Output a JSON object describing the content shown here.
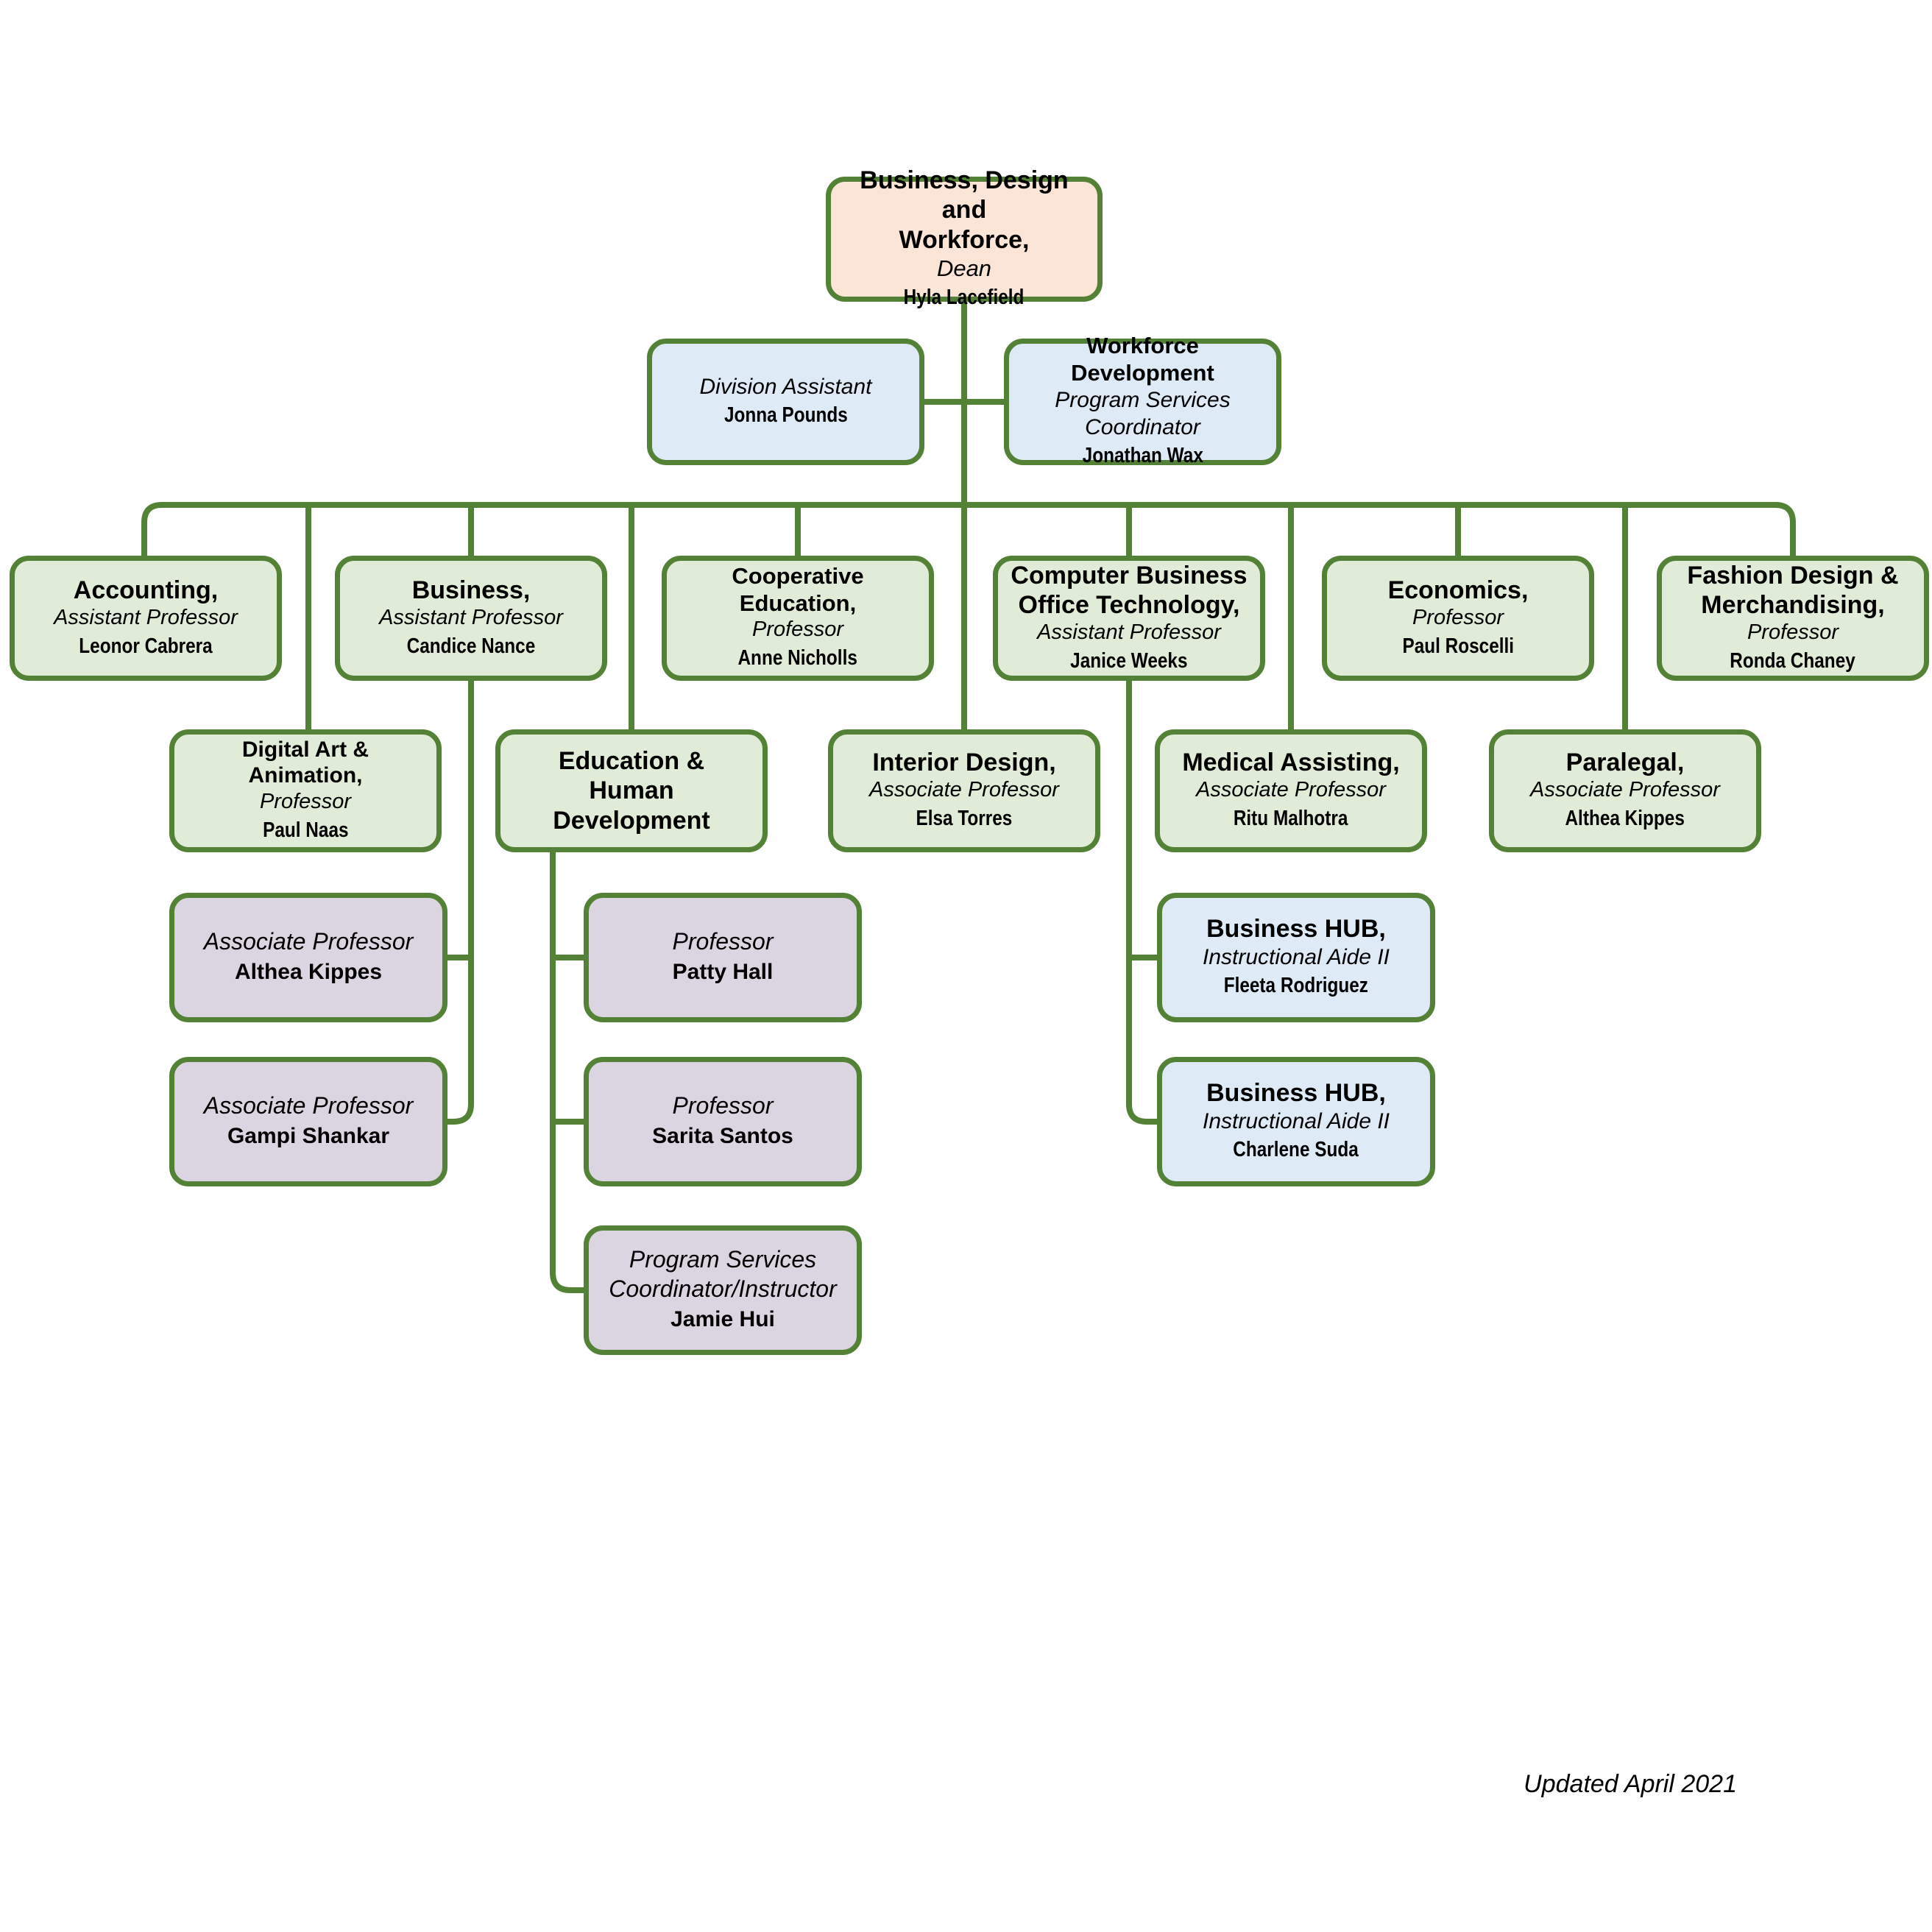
{
  "colors": {
    "line": "#538135",
    "text": "#000000",
    "background": "#ffffff",
    "green_fill": "#e0ebd8",
    "blue_fill": "#deebf7",
    "orange_fill": "#fbe5d6",
    "purple_fill": "#dbd5e2"
  },
  "nodes": {
    "dean": {
      "title": "Business, Design and\nWorkforce,",
      "role": "Dean",
      "person": "Hyla Lacefield"
    },
    "division_assistant": {
      "role": "Division Assistant",
      "person": "Jonna Pounds"
    },
    "workforce_development": {
      "title": "Workforce Development",
      "role": "Program Services\nCoordinator",
      "person": "Jonathan Wax"
    },
    "accounting": {
      "title": "Accounting,",
      "role": "Assistant Professor",
      "person": "Leonor Cabrera"
    },
    "business": {
      "title": "Business,",
      "role": "Assistant Professor",
      "person": "Candice Nance"
    },
    "cooperative_education": {
      "title": "Cooperative Education,",
      "role": "Professor",
      "person": "Anne Nicholls"
    },
    "computer_business_office_technology": {
      "title": "Computer Business\nOffice Technology,",
      "role": "Assistant Professor",
      "person": "Janice Weeks"
    },
    "economics": {
      "title": "Economics,",
      "role": "Professor",
      "person": "Paul Roscelli"
    },
    "fashion_design_merchandising": {
      "title": "Fashion Design &\nMerchandising,",
      "role": "Professor",
      "person": "Ronda Chaney"
    },
    "digital_art_animation": {
      "title": "Digital Art & Animation,",
      "role": "Professor",
      "person": "Paul Naas"
    },
    "education_human_development": {
      "title": "Education &\nHuman Development"
    },
    "interior_design": {
      "title": "Interior Design,",
      "role": "Associate Professor",
      "person": "Elsa Torres"
    },
    "medical_assisting": {
      "title": "Medical Assisting,",
      "role": "Associate Professor",
      "person": "Ritu Malhotra"
    },
    "paralegal": {
      "title": "Paralegal,",
      "role": "Associate Professor",
      "person": "Althea Kippes"
    },
    "business_assoc_1": {
      "role": "Associate Professor",
      "person": "Althea Kippes"
    },
    "business_assoc_2": {
      "role": "Associate Professor",
      "person": "Gampi Shankar"
    },
    "edhd_prof_1": {
      "role": "Professor",
      "person": "Patty Hall"
    },
    "edhd_prof_2": {
      "role": "Professor",
      "person": "Sarita Santos"
    },
    "edhd_psc": {
      "role": "Program Services\nCoordinator/Instructor",
      "person": "Jamie Hui"
    },
    "business_hub_1": {
      "title": "Business HUB,",
      "role": "Instructional Aide II",
      "person": "Fleeta Rodriguez"
    },
    "business_hub_2": {
      "title": "Business HUB,",
      "role": "Instructional Aide II",
      "person": "Charlene Suda"
    }
  },
  "footer": {
    "updated_note": "Updated April 2021"
  }
}
